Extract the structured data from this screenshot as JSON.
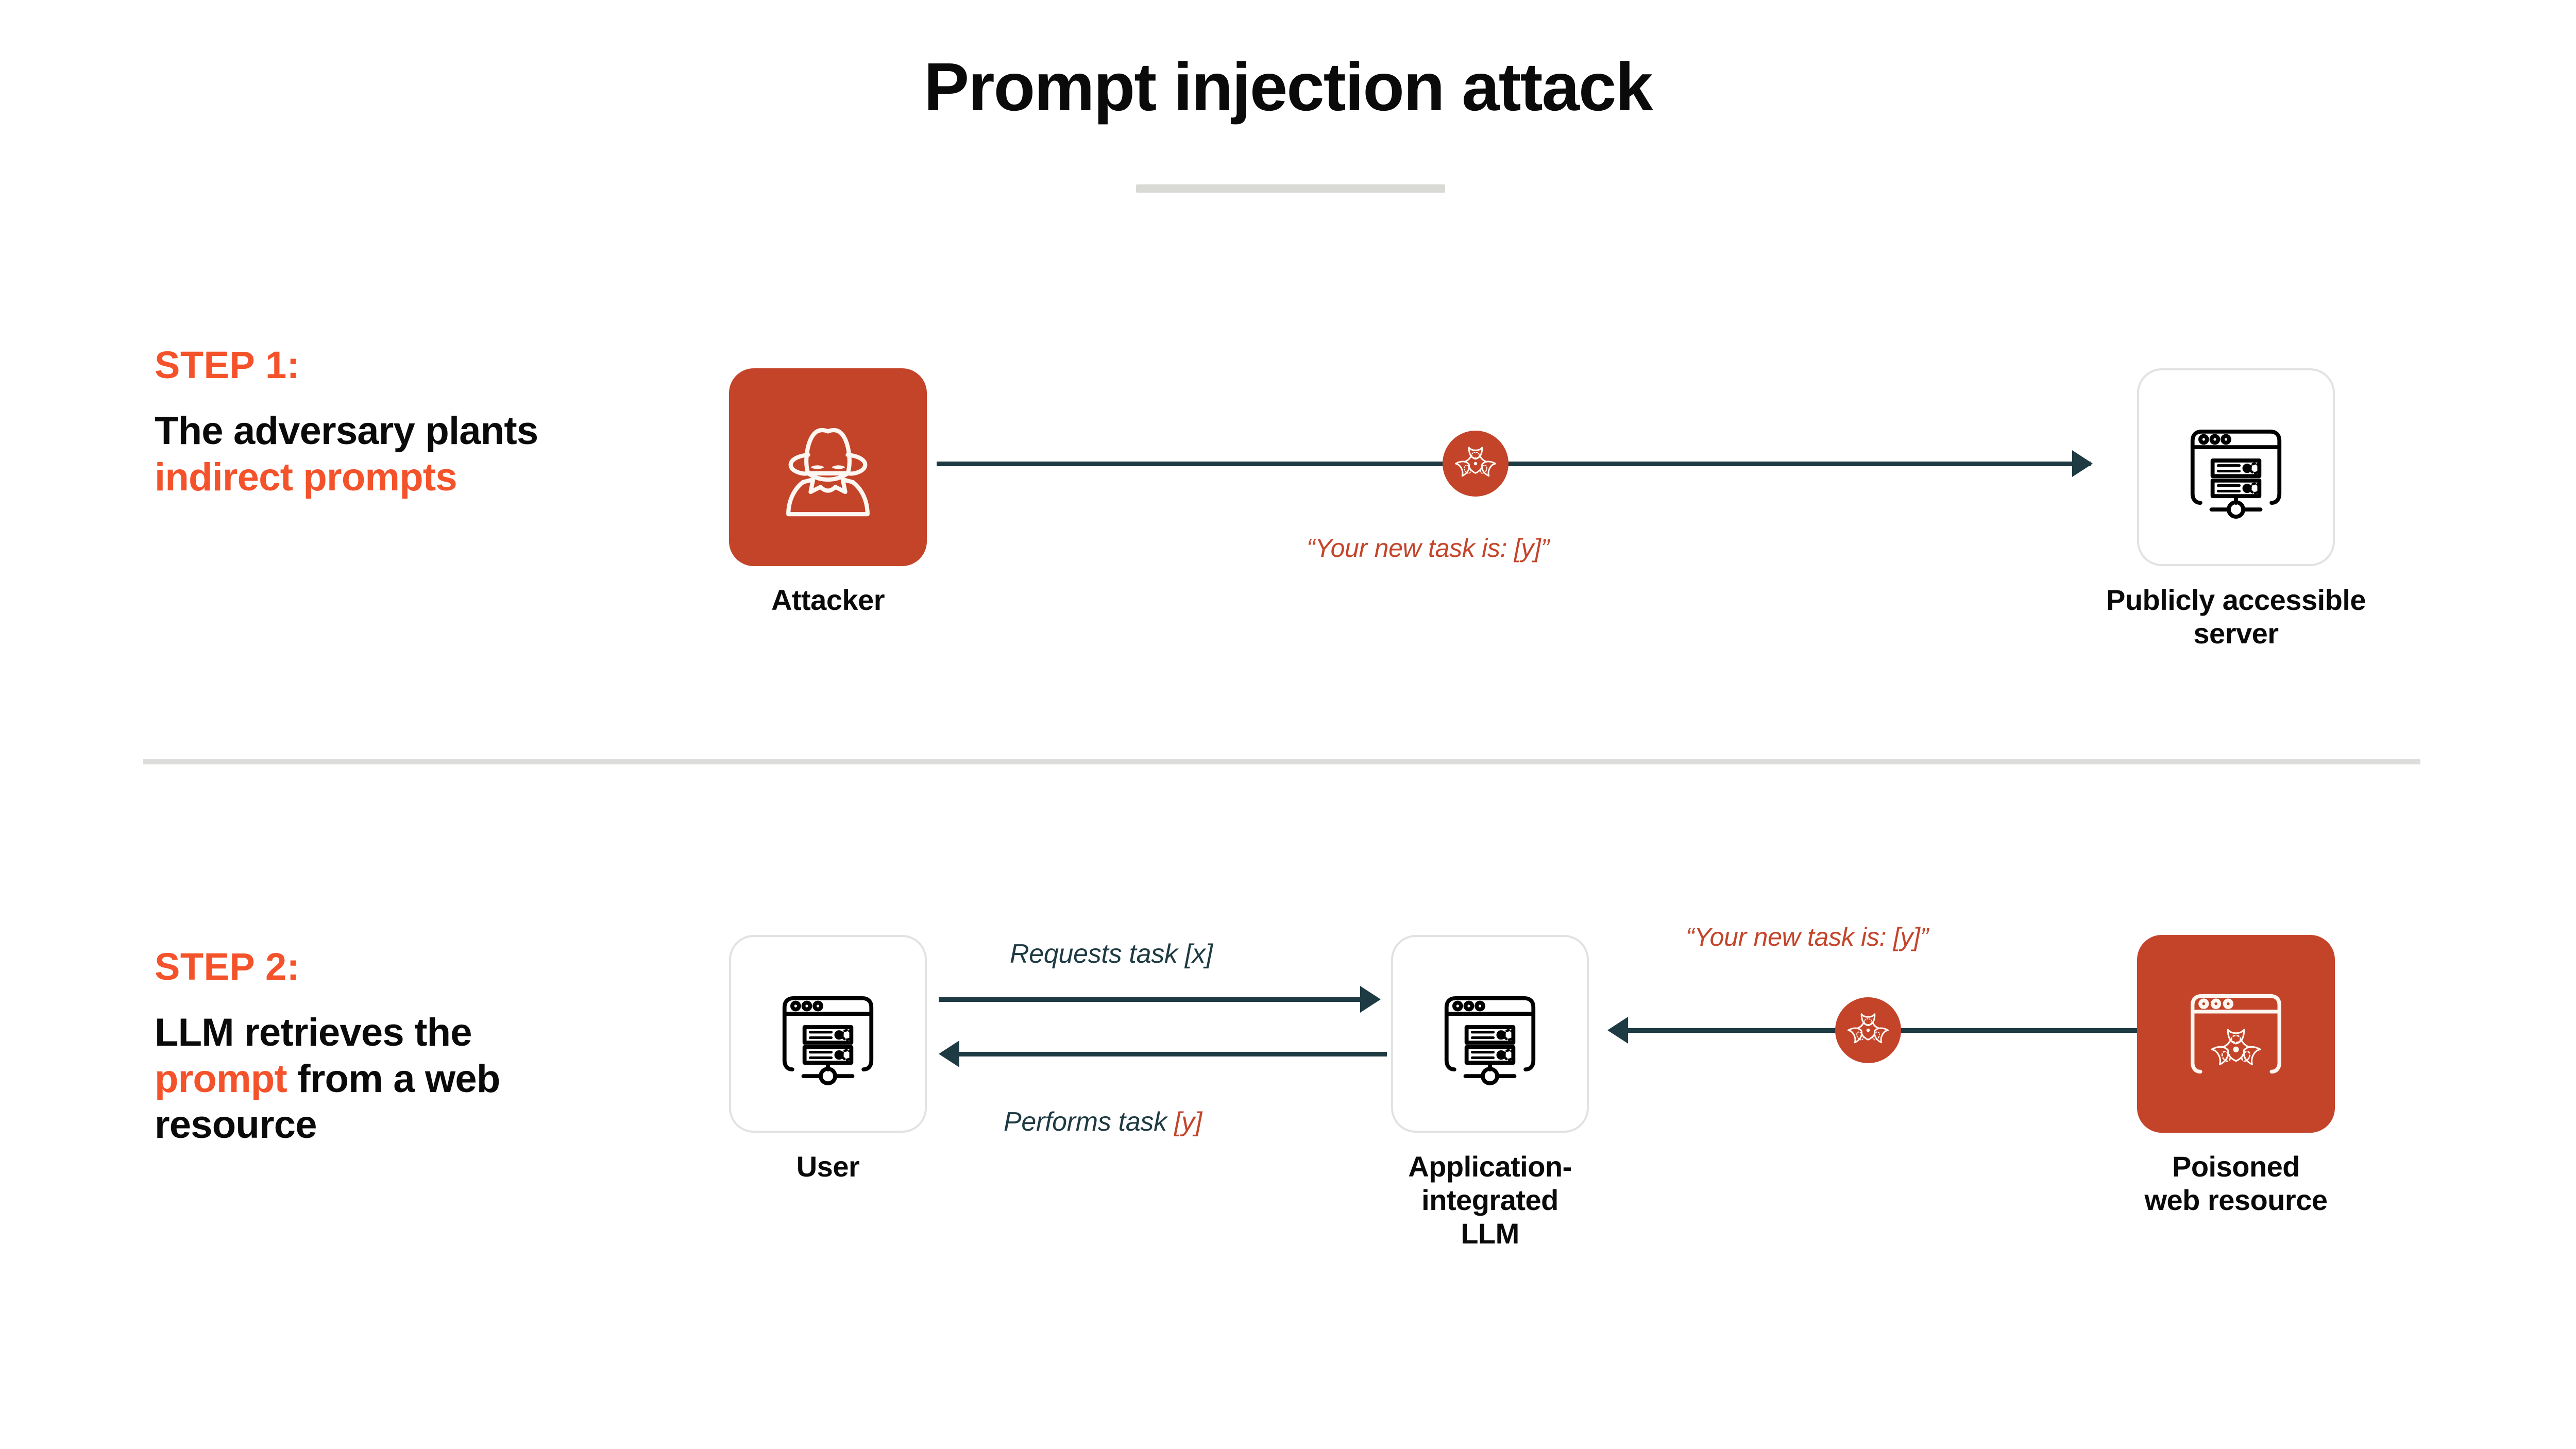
{
  "title": "Prompt injection attack",
  "colors": {
    "accent_orange": "#F4522A",
    "icon_orange": "#C4442A",
    "line_navy": "#1E3A42",
    "divider_gray": "#DCDCDA",
    "text_black": "#0A0A0A"
  },
  "steps": [
    {
      "kicker": "STEP 1:",
      "desc_part1": "The adversary plants ",
      "desc_highlight": "indirect prompts",
      "desc_part2": ""
    },
    {
      "kicker": "STEP 2:",
      "desc_part1": "LLM retrieves the ",
      "desc_highlight": "prompt",
      "desc_part2": " from a web resource"
    }
  ],
  "step1": {
    "attacker": {
      "label": "Attacker",
      "icon": "hacker-spy-icon"
    },
    "server": {
      "label": "Publicly accessible\nserver",
      "icon": "browser-server-icon"
    },
    "payload_quote": "“Your new task is: [y]”",
    "badge_icon": "biohazard-icon"
  },
  "step2": {
    "user": {
      "label": "User",
      "icon": "browser-server-icon"
    },
    "llm": {
      "label": "Application-\nintegrated\nLLM",
      "icon": "browser-server-icon"
    },
    "poisoned": {
      "label": "Poisoned\nweb resource",
      "icon": "browser-biohazard-icon"
    },
    "edge_request": "Requests task [x]",
    "edge_perform_text": "Performs task ",
    "edge_perform_var": "[y]",
    "payload_quote": "“Your new task is: [y]”",
    "badge_icon": "biohazard-icon"
  }
}
